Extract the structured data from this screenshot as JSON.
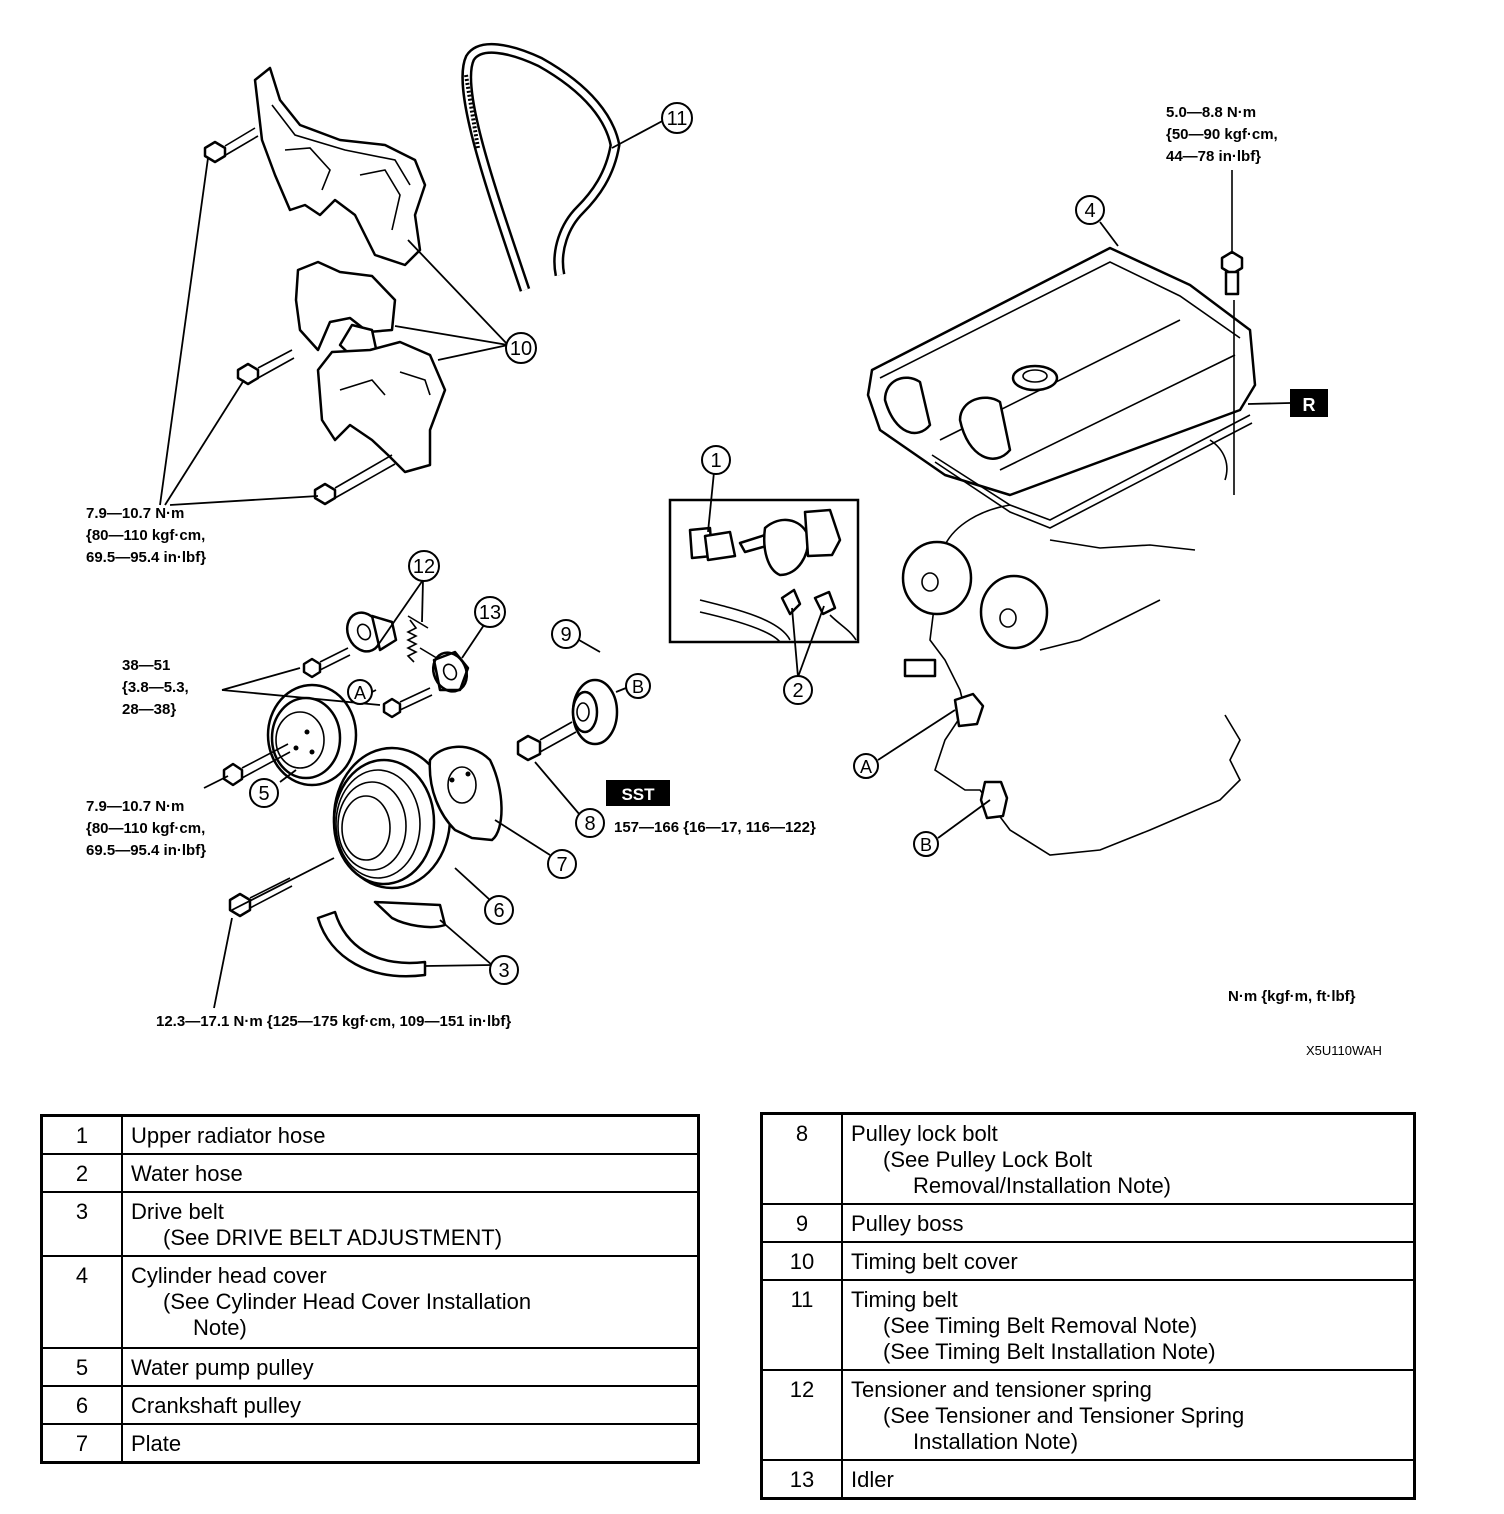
{
  "diagram": {
    "torque_top_right": [
      "5.0—8.8 N·m",
      "{50—90 kgf·cm,",
      "44—78 in·lbf}"
    ],
    "torque_left_upper": [
      "7.9—10.7 N·m",
      "{80—110 kgf·cm,",
      "69.5—95.4 in·lbf}"
    ],
    "torque_tensioner": [
      "38—51",
      "{3.8—5.3,",
      "28—38}"
    ],
    "torque_left_lower": [
      "7.9—10.7 N·m",
      "{80—110 kgf·cm,",
      "69.5—95.4 in·lbf}"
    ],
    "torque_pulley_lock": "157—166 {16—17, 116—122}",
    "torque_crank_bolt": "12.3—17.1 N·m {125—175 kgf·cm, 109—151 in·lbf}",
    "units_note": "N·m {kgf·m, ft·lbf}",
    "figure_code": "X5U110WAH",
    "badge_r": "R",
    "badge_sst": "SST",
    "callouts": {
      "c1": "1",
      "c2": "2",
      "c3": "3",
      "c4": "4",
      "c5": "5",
      "c6": "6",
      "c7": "7",
      "c8": "8",
      "c9": "9",
      "c10": "10",
      "c11": "11",
      "c12": "12",
      "c13": "13",
      "a1": "A",
      "a2": "A",
      "b1": "B",
      "b2": "B"
    }
  },
  "legend_left": [
    {
      "num": "1",
      "lines": [
        "Upper radiator hose"
      ]
    },
    {
      "num": "2",
      "lines": [
        "Water hose"
      ]
    },
    {
      "num": "3",
      "lines": [
        "Drive belt",
        "(See  DRIVE BELT ADJUSTMENT)"
      ]
    },
    {
      "num": "4",
      "lines": [
        "Cylinder head cover",
        "(See Cylinder Head Cover Installation",
        "Note)"
      ]
    },
    {
      "num": "5",
      "lines": [
        "Water pump pulley"
      ]
    },
    {
      "num": "6",
      "lines": [
        "Crankshaft pulley"
      ]
    },
    {
      "num": "7",
      "lines": [
        "Plate"
      ]
    }
  ],
  "legend_right": [
    {
      "num": "8",
      "lines": [
        "Pulley lock bolt",
        "(See Pulley Lock Bolt",
        "Removal/Installation Note)"
      ]
    },
    {
      "num": "9",
      "lines": [
        "Pulley boss"
      ]
    },
    {
      "num": "10",
      "lines": [
        "Timing belt cover"
      ]
    },
    {
      "num": "11",
      "lines": [
        "Timing belt",
        "(See Timing Belt Removal Note)",
        "(See Timing Belt Installation Note)"
      ]
    },
    {
      "num": "12",
      "lines": [
        "Tensioner and tensioner spring",
        "(See Tensioner and Tensioner Spring",
        "Installation Note)"
      ]
    },
    {
      "num": "13",
      "lines": [
        "Idler"
      ]
    }
  ]
}
